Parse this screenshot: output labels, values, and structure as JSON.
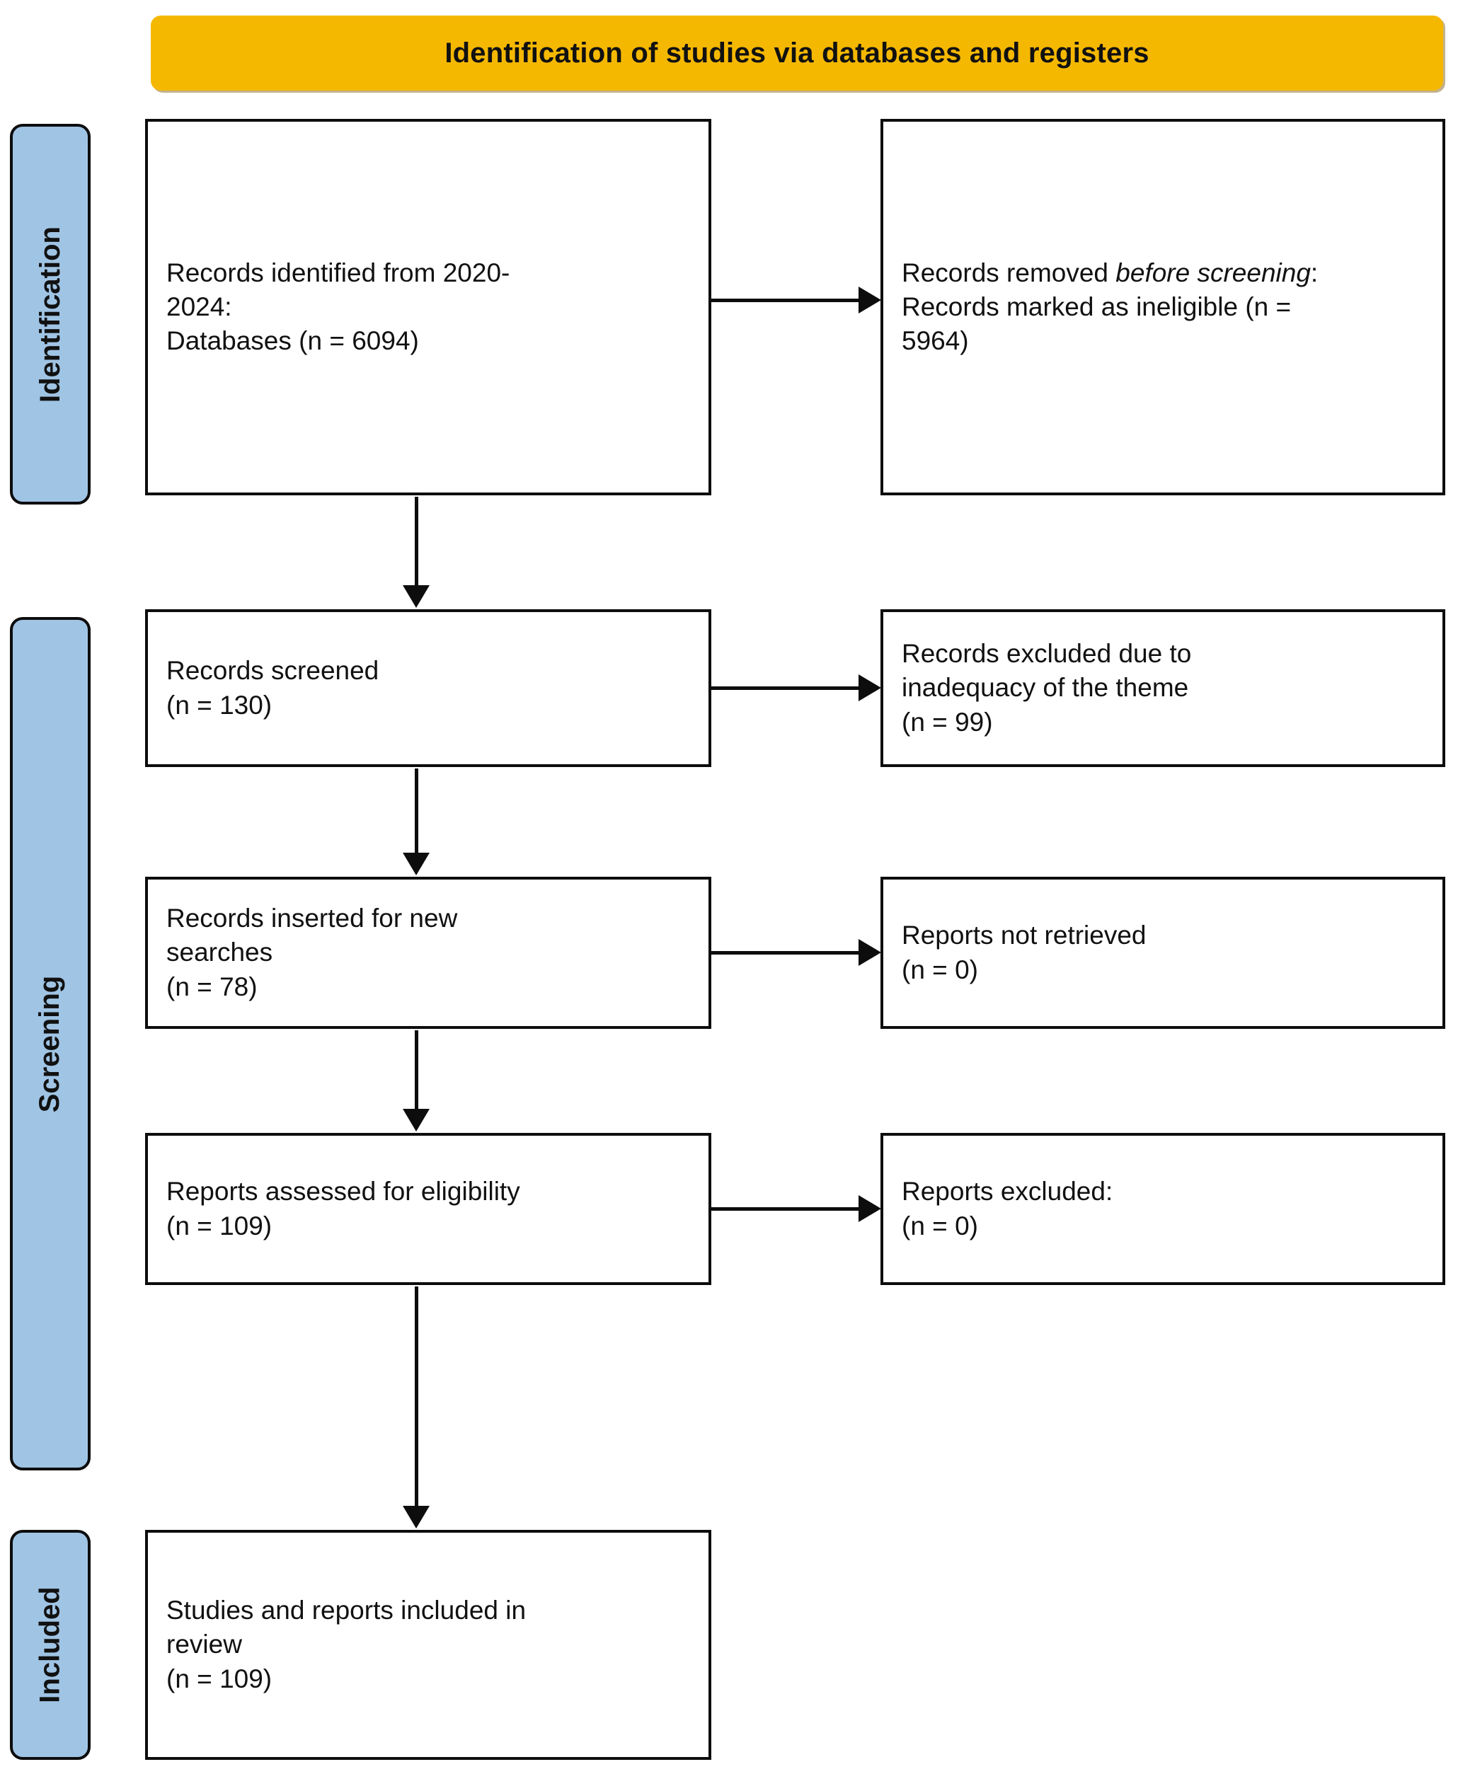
{
  "diagram": {
    "title": "Identification of studies via databases and registers",
    "colors": {
      "banner": "#F5B800",
      "stage_bar": "#A0C4E4",
      "box_border": "#0d0d0d",
      "text": "#111111"
    },
    "stages": [
      {
        "id": "identification",
        "label": "Identification"
      },
      {
        "id": "screening",
        "label": "Screening"
      },
      {
        "id": "included",
        "label": "Included"
      }
    ],
    "boxes": {
      "identified": {
        "line1": "Records identified from 2020-",
        "line2": "2024:",
        "line3": "Databases (n = 6094)"
      },
      "removed": {
        "prefix": "Records removed ",
        "italic": "before screening",
        "suffix": ":",
        "line2": "Records marked as ineligible (n =",
        "line3": "5964)"
      },
      "screened": {
        "line1": "Records screened",
        "line2": "(n = 130)"
      },
      "excluded_theme": {
        "line1": "Records excluded due to",
        "line2": "inadequacy of the theme",
        "line3": "(n = 99)"
      },
      "inserted": {
        "line1": "Records inserted for new",
        "line2": "searches",
        "line3": "(n = 78)"
      },
      "not_retrieved": {
        "line1": "Reports not retrieved",
        "line2": "(n = 0)"
      },
      "assessed": {
        "line1": "Reports assessed for eligibility",
        "line2": "(n = 109)"
      },
      "excluded": {
        "line1": "Reports excluded:",
        "line2": "(n = 0)"
      },
      "included": {
        "line1": "Studies and reports included in",
        "line2": "review",
        "line3": "(n = 109)"
      }
    },
    "counts": {
      "databases_identified": 6094,
      "marked_ineligible": 5964,
      "records_screened": 130,
      "records_excluded_theme": 99,
      "records_inserted_new_searches": 78,
      "reports_not_retrieved": 0,
      "reports_assessed": 109,
      "reports_excluded": 0,
      "studies_included": 109
    }
  }
}
